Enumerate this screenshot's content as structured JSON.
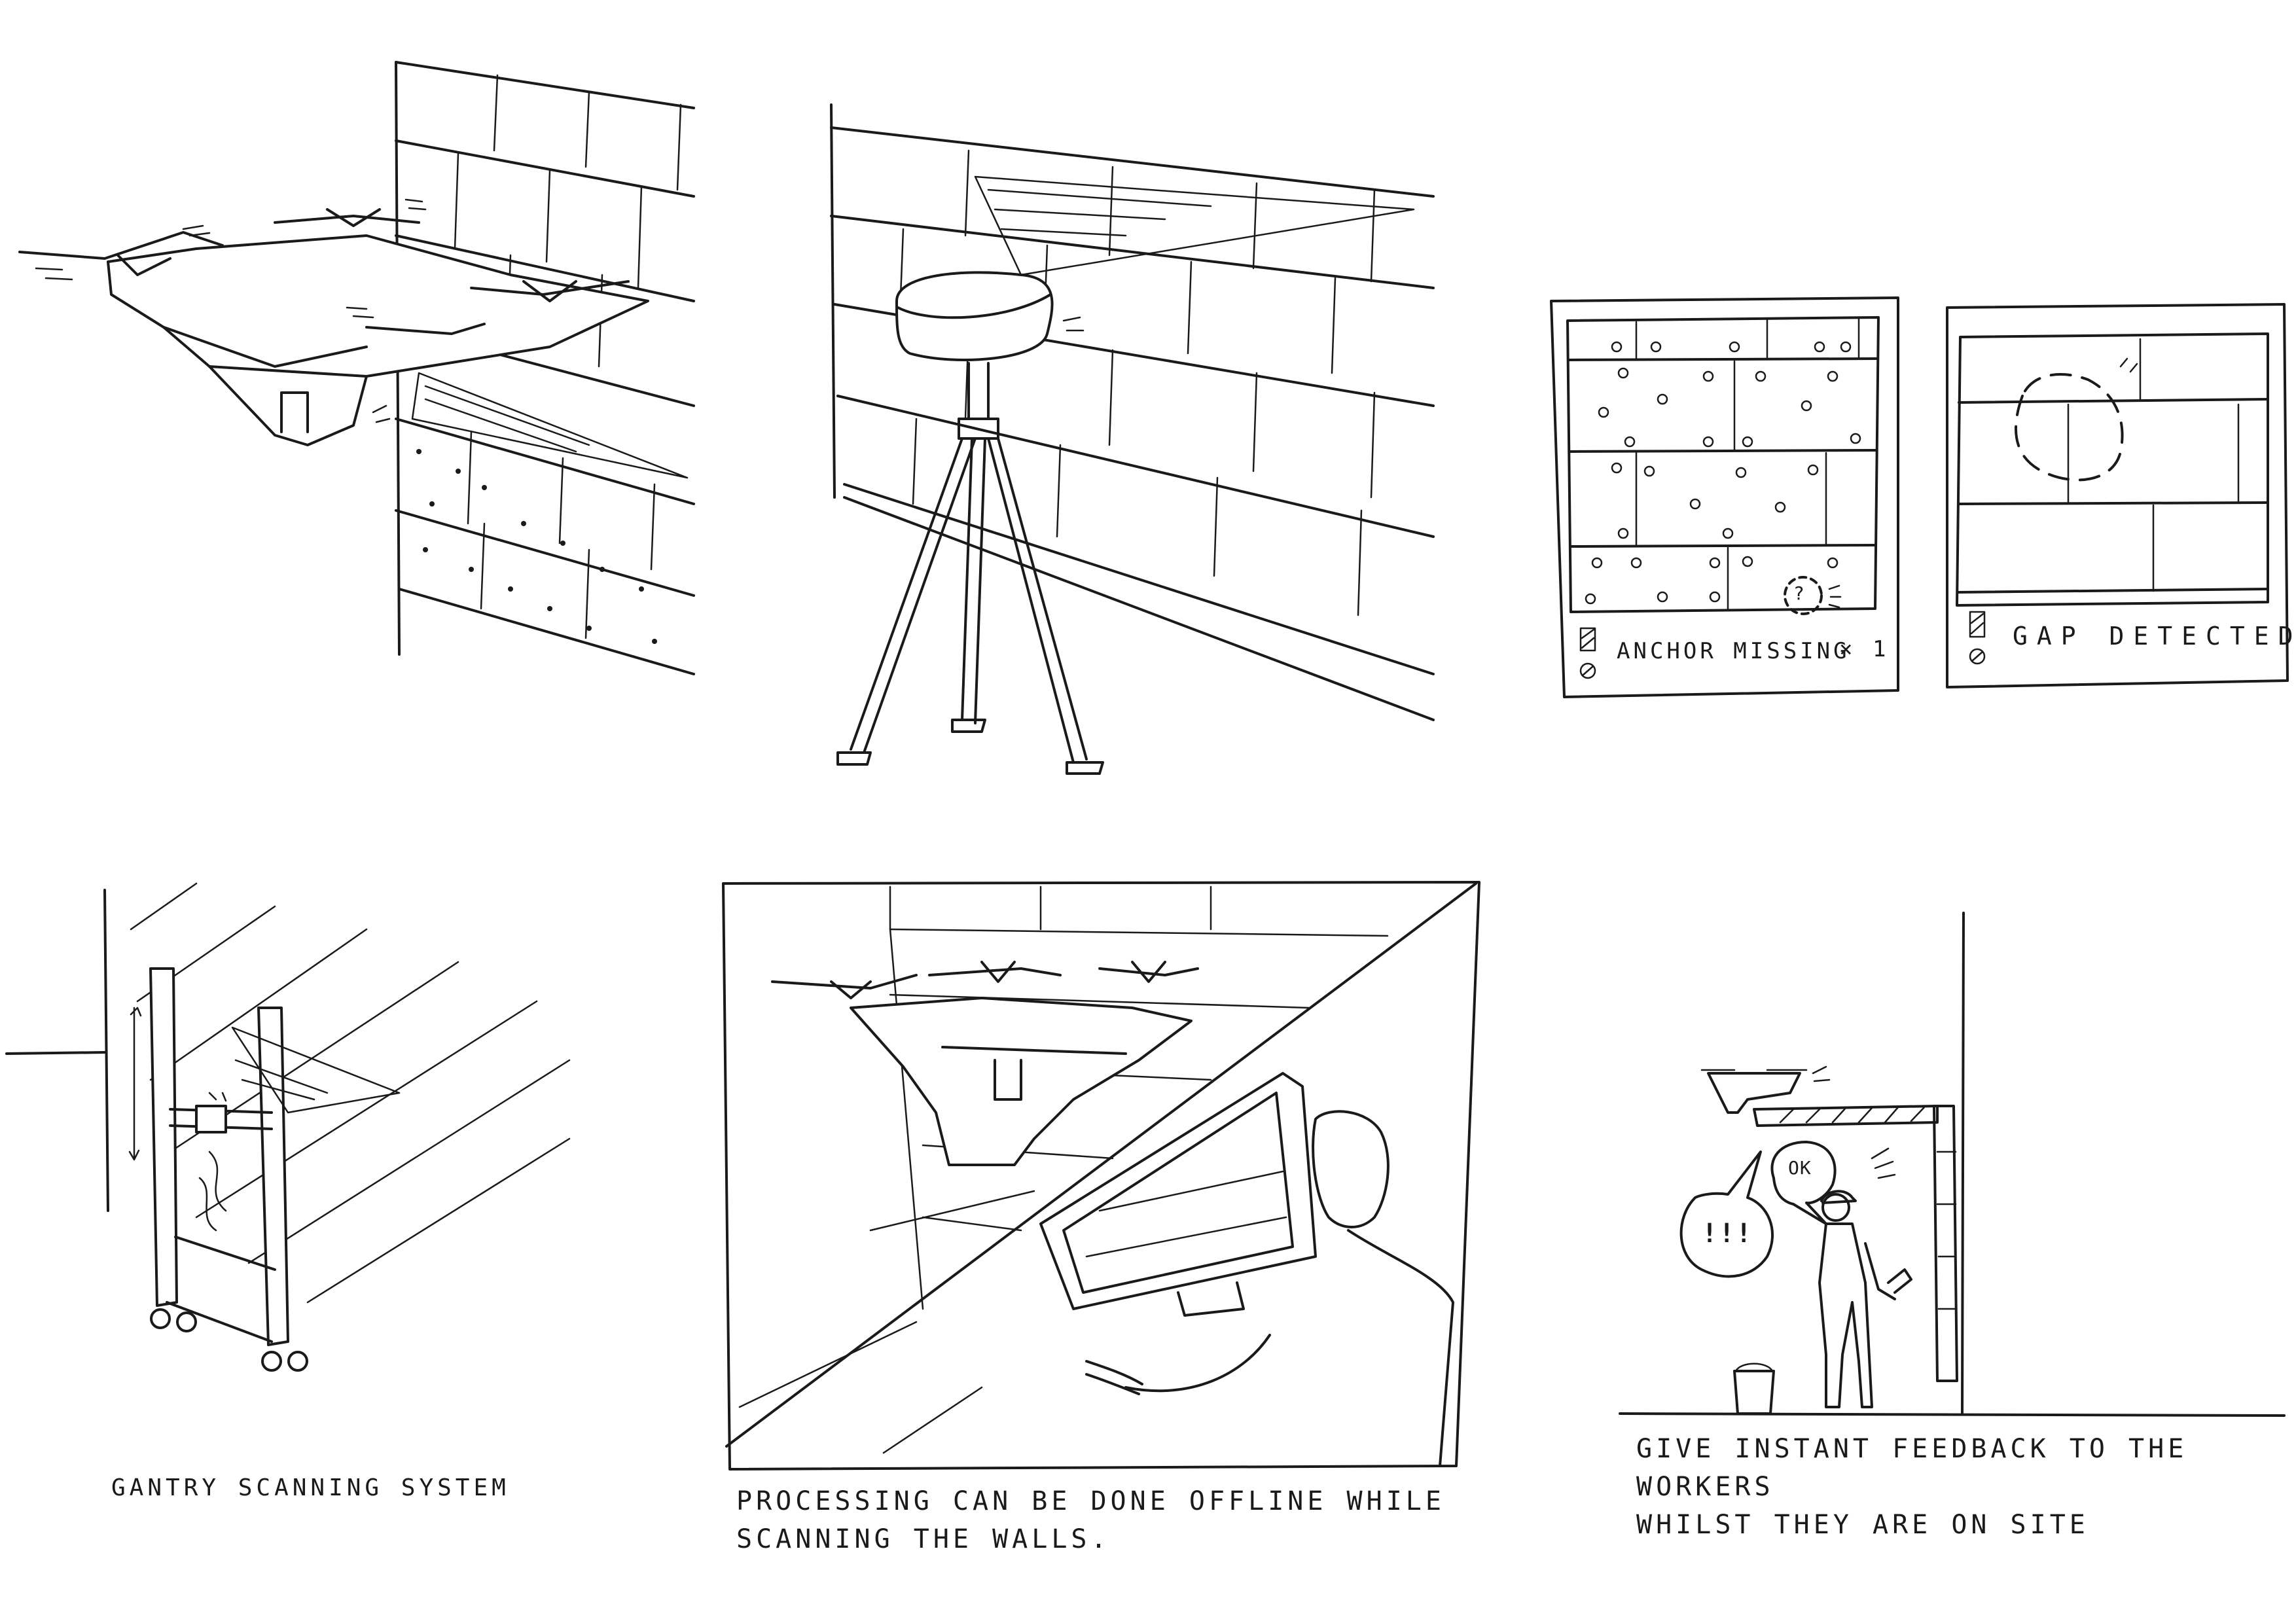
{
  "panels": {
    "anchor_screen": {
      "label": "ANCHOR MISSING",
      "count": "× 1",
      "marker": "?"
    },
    "gap_screen": {
      "label": "GAP DETECTED"
    },
    "gantry": {
      "caption": "GANTRY SCANNING SYSTEM"
    },
    "offline": {
      "caption": "PROCESSING CAN BE DONE OFFLINE WHILE\nSCANNING THE WALLS."
    },
    "feedback": {
      "caption": "GIVE INSTANT FEEDBACK TO THE WORKERS\nWHILST THEY ARE ON SITE",
      "bubble_ok": "OK",
      "bubble_alert": "!!!"
    }
  }
}
